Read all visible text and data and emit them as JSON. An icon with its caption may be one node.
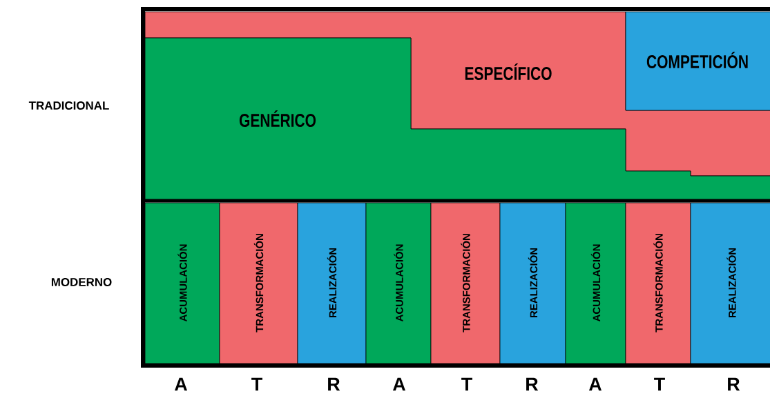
{
  "diagram": {
    "nodes": [
      {
        "text": [
          "ESPECÍFICO"
        ]
      },
      {
        "text": [
          "GENÉRICO"
        ]
      },
      {
        "text": [
          "COMPETICIÓN"
        ]
      },
      {
        "text": [
          "ACUMULACIÓN"
        ]
      },
      {
        "text": [
          "TRANSFORMACIÓN"
        ]
      },
      {
        "text": [
          "REALIZACIÓN"
        ]
      },
      {
        "text": [
          "ACUMULACIÓN"
        ]
      },
      {
        "text": [
          "TRANSFORMACIÓN"
        ]
      },
      {
        "text": [
          "REALIZACIÓN"
        ]
      },
      {
        "text": [
          "ACUMULACIÓN"
        ]
      },
      {
        "text": [
          "TRANSFORMACIÓN"
        ]
      },
      {
        "text": [
          "REALIZACIÓN"
        ]
      }
    ],
    "labels": [
      "TRADICIONAL",
      "MODERNO",
      "A",
      "T",
      "R",
      "A",
      "T",
      "R",
      "A",
      "T",
      "R"
    ]
  }
}
